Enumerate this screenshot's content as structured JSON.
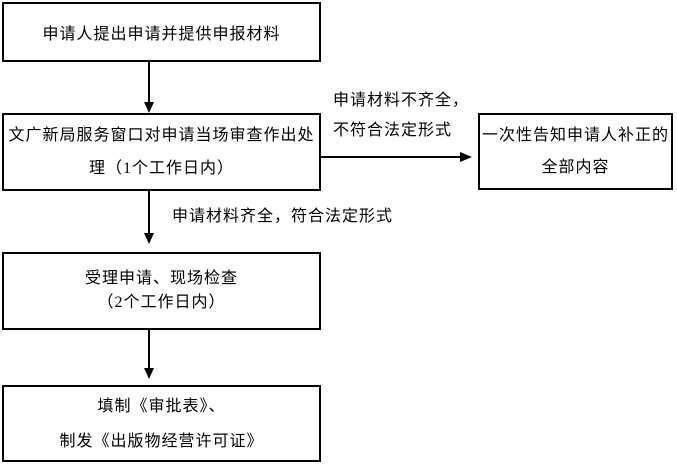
{
  "diagram": {
    "type": "flowchart",
    "colors": {
      "background": "#ffffff",
      "line": "#000000",
      "text": "#000000",
      "node_fill": "#ffffff"
    },
    "nodes": {
      "apply": {
        "lines": [
          "申请人提出申请并提供申报材料"
        ]
      },
      "review": {
        "lines": [
          "文广新局服务窗口对申请当场审查作出处",
          "理（1个工作日内）"
        ]
      },
      "notify": {
        "lines": [
          "一次性告知申请人补正的",
          "全部内容"
        ]
      },
      "accept": {
        "lines": [
          "受理申请、现场检查",
          "（2个工作日内）"
        ]
      },
      "issue": {
        "lines": [
          "填制《审批表》、",
          "制发《出版物经营许可证》"
        ]
      }
    },
    "edge_labels": {
      "incomplete": {
        "lines": [
          "申请材料不齐全，",
          "不符合法定形式"
        ]
      },
      "complete": {
        "lines": [
          "申请材料齐全，符合法定形式"
        ]
      }
    },
    "edges": [
      {
        "from": "apply",
        "to": "review",
        "label": ""
      },
      {
        "from": "review",
        "to": "notify",
        "label": "申请材料不齐全，不符合法定形式"
      },
      {
        "from": "review",
        "to": "accept",
        "label": "申请材料齐全，符合法定形式"
      },
      {
        "from": "accept",
        "to": "issue",
        "label": ""
      }
    ]
  }
}
